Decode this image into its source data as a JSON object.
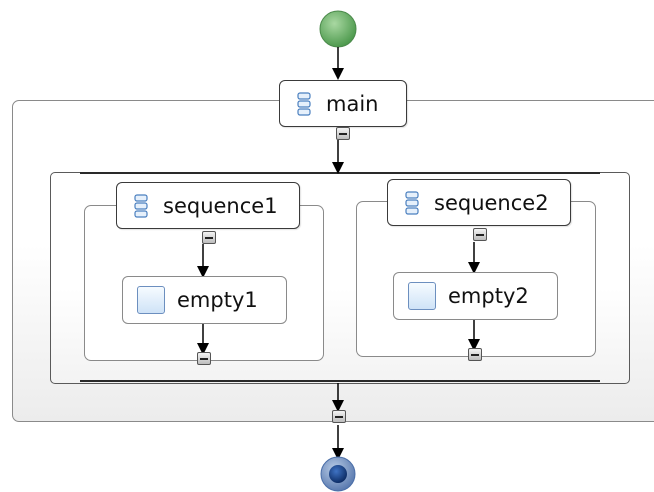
{
  "process": {
    "main_label": "main",
    "sequence1_label": "sequence1",
    "sequence2_label": "sequence2",
    "empty1_label": "empty1",
    "empty2_label": "empty2"
  },
  "colors": {
    "start_node": "#5aa35a",
    "end_node": "#1f4f9a",
    "connector": "#000000"
  },
  "icons": {
    "sequence": "sequence-icon",
    "empty": "empty-activity-icon",
    "collapse": "collapse-icon"
  }
}
